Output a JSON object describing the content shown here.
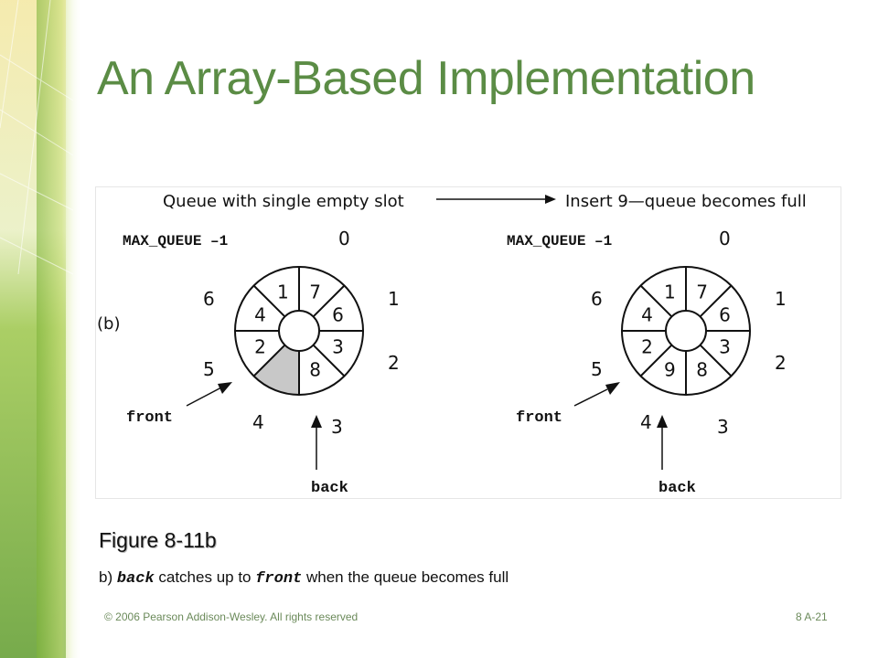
{
  "title": "An Array-Based Implementation",
  "figure": {
    "heading_left": "Queue with single empty slot",
    "heading_right": "Insert 9—queue becomes full",
    "part_label": "(b)",
    "max_queue_label": "MAX_QUEUE –1",
    "front_label": "front",
    "back_label": "back",
    "index_labels": [
      "0",
      "1",
      "2",
      "3",
      "4",
      "5",
      "6"
    ],
    "left_queue": {
      "slot_values": [
        "7",
        "6",
        "3",
        "8",
        "",
        "2",
        "4",
        "1"
      ],
      "empty_slot_color": "#c8c8c8"
    },
    "right_queue": {
      "slot_values": [
        "7",
        "6",
        "3",
        "8",
        "9",
        "2",
        "4",
        "1"
      ]
    }
  },
  "figure_label": "Figure 8-11b",
  "caption": {
    "prefix": "b) ",
    "back_code": "back",
    "middle": " catches up to ",
    "front_code": "front",
    "suffix": " when the queue becomes full"
  },
  "footer": {
    "copyright": "© 2006 Pearson Addison-Wesley. All rights reserved",
    "slide_number": "8 A-21"
  },
  "colors": {
    "title": "#5b8c45",
    "footer": "#6b8a5a",
    "background_accent": "#8dbf3f"
  }
}
